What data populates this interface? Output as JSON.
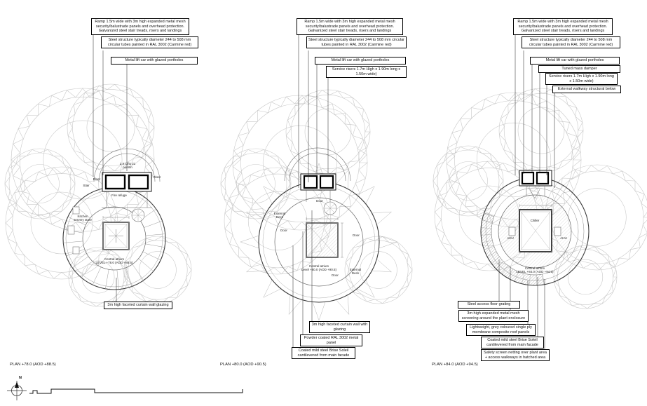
{
  "sheet": {
    "background": "#ffffff",
    "ink": "#1a1a1a",
    "lattice_color": "#c9c9c9"
  },
  "compass": {
    "label": "N"
  },
  "panels": [
    {
      "plan_title": "PLAN +78.0 (AOD +88.5)",
      "top_labels": [
        "Ramp 1.5m wide with 3m high expanded metal mesh security/balustrade panels and overhead protection. Galvanized steel stair treads, risers and landings",
        "Steel structure typically diameter 244 to 508 mm circular tubes painted in RAL 3002 (Carmine red)",
        "Metal lift car with glazed portholes"
      ],
      "bottom_labels": [
        "3m high faceted curtain wall glazing"
      ],
      "center_label": "Central atrium\nLEVEL +78.0 (AOD +88.5)",
      "notes": [
        "2 X Lifts 21 person",
        "Riser",
        "Riser",
        "Stair",
        "Fire refuge",
        "Kitchen servery store"
      ]
    },
    {
      "plan_title": "PLAN +80.0 (AOD +90.5)",
      "top_labels": [
        "Ramp 1.5m wide with 3m high expanded metal mesh security/balustrade panels and overhead protection. Galvanized steel stair treads, risers and landings",
        "Steel structure typically diameter 244 to 508 mm circular tubes painted in RAL 3002 (Carmine red)",
        "Metal lift car with glazed portholes",
        "Service risers 1.7m High x 1.90m long x 1.50m wide)"
      ],
      "bottom_labels": [
        "3m high faceted curtain wall with glazing",
        "Powder coated RAL 3002 metal panel",
        "Coated mild steel Brise Soleil cantilevered from main facade"
      ],
      "center_label": "Central atrium\nLevel +80.0 (AOD +90.5)",
      "notes": [
        "Door",
        "Door",
        "Door",
        "Door",
        "External Deck",
        "External Deck"
      ]
    },
    {
      "plan_title": "PLAN +84.0 (AOD +94.5)",
      "top_labels": [
        "Ramp 1.5m wide with 3m high expanded metal mesh security/balustrade panels and overhead protection. Galvanized steel stair treads, risers and landings",
        "Steel structure typically diameter 244 to 508 mm circular tubes painted in RAL 3002 (Carmine red)",
        "Metal lift car with glazed portholes",
        "Tuned mass damper",
        "Service risers 1.7m High x 1.90m long x 1.50m wide)",
        "External walkway structural below"
      ],
      "bottom_labels": [
        "Steel access floor grating",
        "3m high expanded metal mesh screening around the plant enclosure",
        "Lightweight, grey coloured single ply membrane composite roof panels",
        "Coated mild steel Brise Soleil cantilevered from main facade",
        "Safety screen netting over plant area + access walkways in hatched area"
      ],
      "center_label": "Central atrium\nLEVEL +84.0 (AOD +94.5)",
      "notes": [
        "Chiller",
        "AHU",
        "AHU"
      ]
    }
  ]
}
